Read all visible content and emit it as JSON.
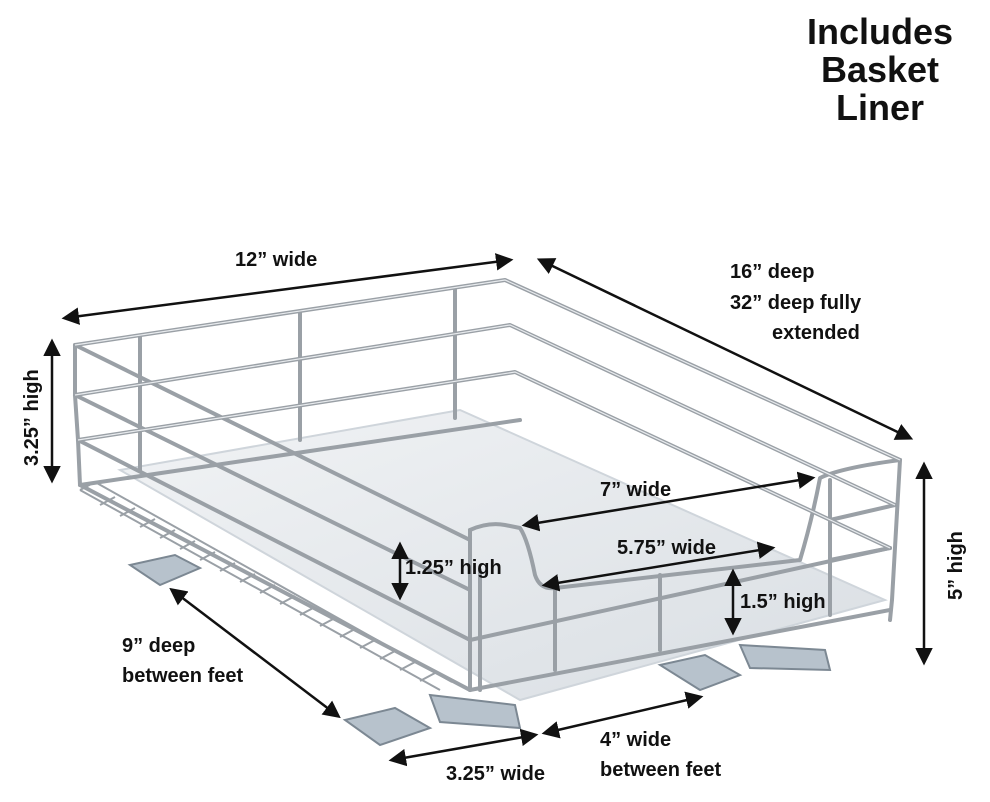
{
  "headline": [
    "Includes",
    "Basket",
    "Liner"
  ],
  "dimensions": {
    "width_top": "12” wide",
    "depth_line1": "16” deep",
    "depth_line2": "32” deep fully",
    "depth_line3": "extended",
    "height_back": "3.25” high",
    "height_total": "5” high",
    "front_top_width": "7” wide",
    "front_bottom_width": "5.75” wide",
    "front_notch_height": "1.25” high",
    "front_lip_height": "1.5” high",
    "feet_depth_line1": "9” deep",
    "feet_depth_line2": "between feet",
    "foot_width": "3.25” wide",
    "feet_gap_line1": "4” wide",
    "feet_gap_line2": "between feet"
  },
  "colors": {
    "wire": "#9aa0a6",
    "wire_highlight": "#e8ebee",
    "liner": "#e4e8ec",
    "metal": "#b7c2cc",
    "arrow": "#111111"
  }
}
